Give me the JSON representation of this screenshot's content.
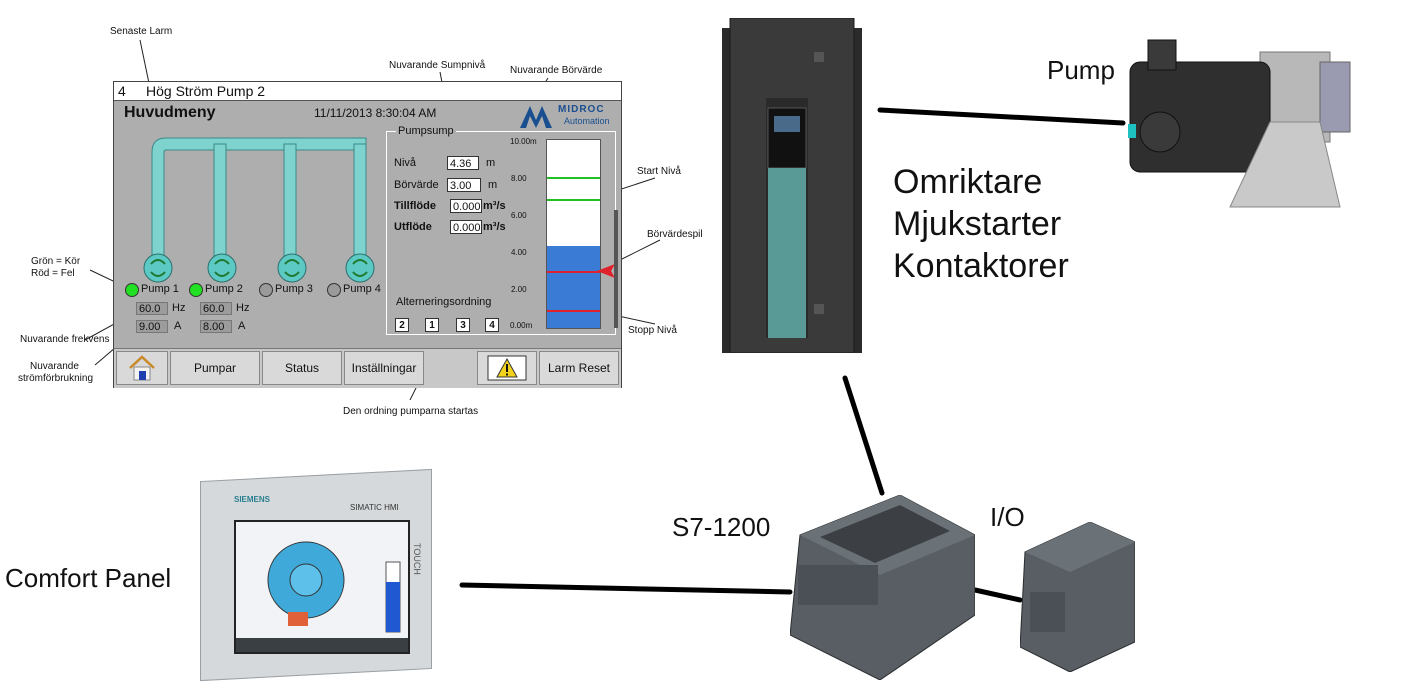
{
  "annotations": {
    "latest_alarm": "Senaste Larm",
    "current_sump_level": "Nuvarande Sumpnivå",
    "current_setpoint": "Nuvarande Börvärde",
    "start_level": "Start Nivå",
    "setpoint_arrow": "Börvärdespil",
    "stop_level": "Stopp Nivå",
    "green_run": "Grön = Kör",
    "red_fault": "Röd = Fel",
    "current_frequency": "Nuvarande frekvens",
    "current_consumption_l1": "Nuvarande",
    "current_consumption_l2": "strömförbrukning",
    "start_order": "Den ordning pumparna startas"
  },
  "hmi": {
    "alarm_number": "4",
    "alarm_text": "Hög Ström Pump 2",
    "title": "Huvudmeny",
    "datetime": "11/11/2013 8:30:04 AM",
    "logo_name": "MIDROC",
    "logo_sub": "Automation",
    "pumps": [
      {
        "label": "Pump 1",
        "status": "on",
        "freq": "60.0",
        "current": "9.00"
      },
      {
        "label": "Pump 2",
        "status": "on",
        "freq": "60.0",
        "current": "8.00"
      },
      {
        "label": "Pump 3",
        "status": "off"
      },
      {
        "label": "Pump 4",
        "status": "off"
      }
    ],
    "unit_hz": "Hz",
    "unit_a": "A",
    "sump": {
      "title": "Pumpsump",
      "level_label": "Nivå",
      "level_value": "4.36",
      "setpoint_label": "Börvärde",
      "setpoint_value": "3.00",
      "unit_m": "m",
      "inflow_label": "Tillflöde",
      "inflow_value": "0.000",
      "outflow_label": "Utflöde",
      "outflow_value": "0.000",
      "flow_unit": "m³/s",
      "ticks": [
        "10.00m",
        "8.00",
        "6.00",
        "4.00",
        "2.00",
        "0.00m"
      ],
      "tank_max": 10.0,
      "fill_level": 4.36,
      "start_levels": [
        8.0,
        6.8
      ],
      "setpoint_level": 3.0,
      "stop_level": 0.9,
      "alt_title": "Alterneringsordning",
      "alt_order": [
        "2",
        "1",
        "3",
        "4"
      ]
    },
    "nav": {
      "pumps": "Pumpar",
      "status": "Status",
      "settings": "Inställningar",
      "alarm_reset": "Larm Reset"
    }
  },
  "devices": {
    "pump": "Pump",
    "drive_l1": "Omriktare",
    "drive_l2": "Mjukstarter",
    "drive_l3": "Kontaktorer",
    "plc": "S7-1200",
    "io": "I/O",
    "comfort_panel": "Comfort Panel",
    "hmi_brand": "SIEMENS",
    "hmi_model": "SIMATIC HMI",
    "hmi_touch": "TOUCH"
  },
  "colors": {
    "hmi_bg": "#aeaeae",
    "pipe": "#7fd3cf",
    "tank_fill": "#3a7bd5",
    "start_line": "#22c022",
    "stop_line": "#e0202a",
    "led_on": "#22e022",
    "led_off": "#9a9a9a"
  }
}
